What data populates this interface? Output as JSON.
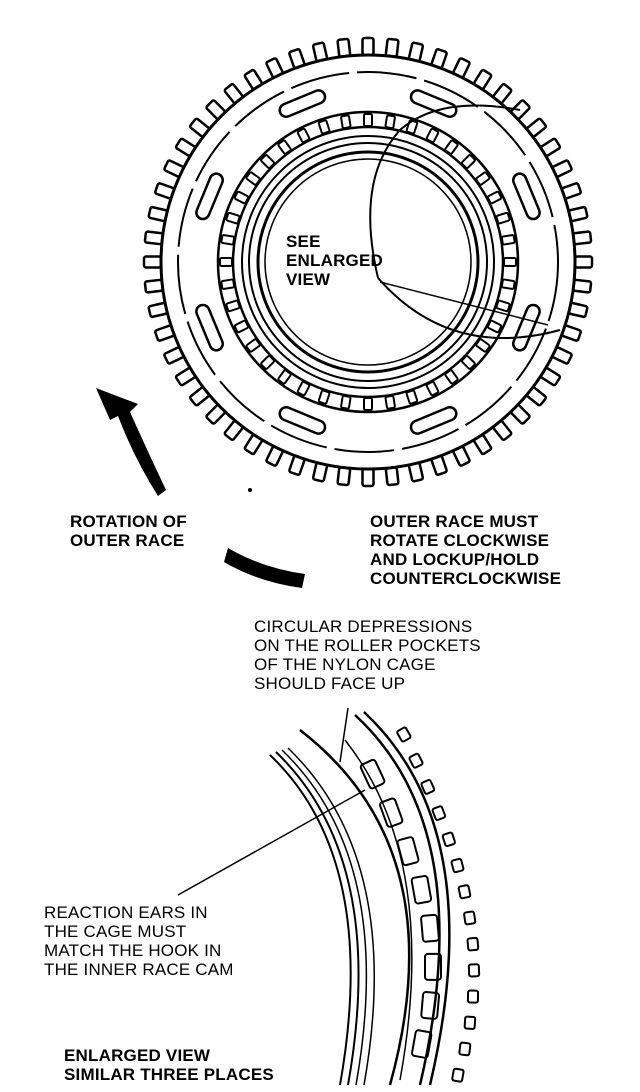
{
  "labels": {
    "see_enlarged_view": "SEE\nENLARGED\nVIEW",
    "rotation_of_outer_race": "ROTATION OF\nOUTER RACE",
    "outer_race_must_rotate": "OUTER RACE MUST\nROTATE CLOCKWISE\nAND LOCKUP/HOLD\nCOUNTERCLOCKWISE",
    "circular_depressions": "CIRCULAR DEPRESSIONS\nON THE ROLLER POCKETS\nOF THE NYLON CAGE\nSHOULD FACE UP",
    "reaction_ears": "REACTION EARS IN\nTHE CAGE MUST\nMATCH THE HOOK IN\nTHE INNER RACE CAM",
    "enlarged_view_caption": "ENLARGED VIEW\nSIMILAR THREE PLACES"
  },
  "colors": {
    "ink": "#000000",
    "paper": "#ffffff"
  }
}
